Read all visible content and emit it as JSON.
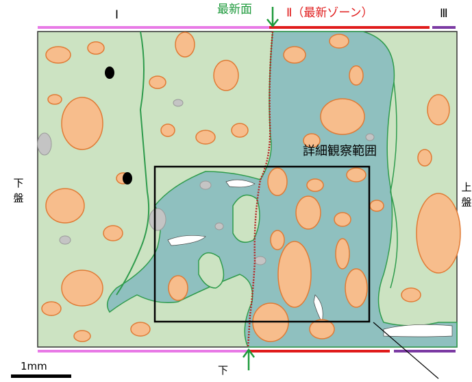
{
  "zones": {
    "zone1": "Ⅰ",
    "zone2": "Ⅱ（最新ゾーン）",
    "zone3": "Ⅲ"
  },
  "annotations": {
    "latest_surface": "最新面",
    "detail_box": "詳細観察範囲",
    "footwall": "下\n盤",
    "hangingwall": "上\n盤",
    "bottom_label": "下"
  },
  "scale_bar": {
    "label": "1mm"
  },
  "colors": {
    "matrix": "#cce3c2",
    "gouge": "#8fc0bf",
    "clast": "#f7bd8c",
    "clast_edge": "#e07a34",
    "gray_clast": "#c4c4c4",
    "zone1_bar": "#e87ae6",
    "zone2_bar": "#e01b1b",
    "zone3_bar": "#7b3aa3",
    "arrow": "#1e9a3c"
  }
}
